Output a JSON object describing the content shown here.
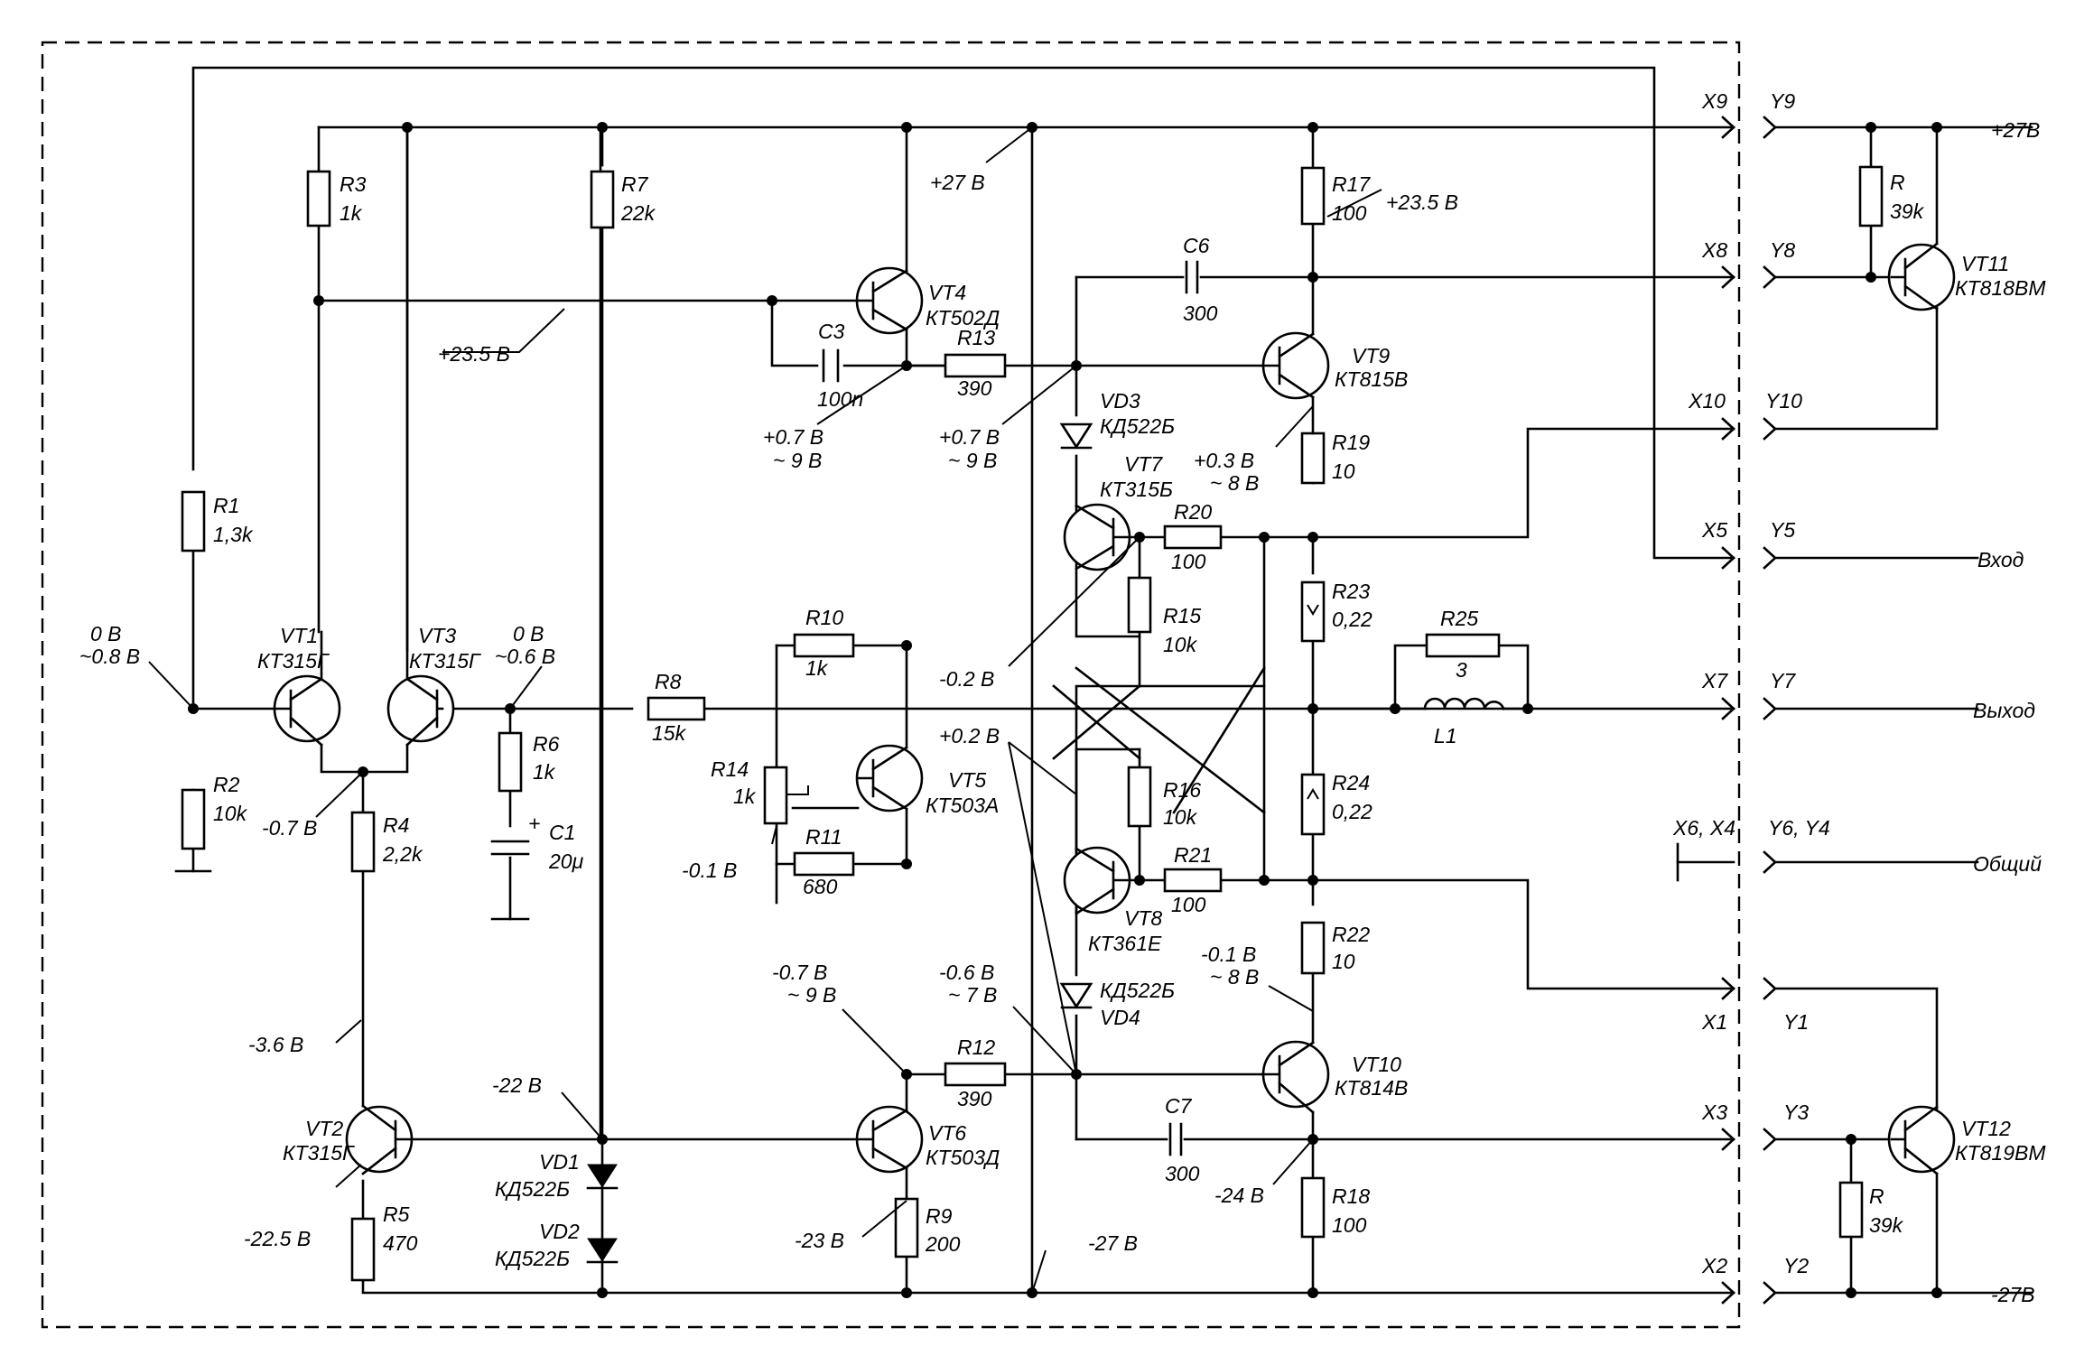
{
  "components": {
    "R1": {
      "ref": "R1",
      "value": "1,3k"
    },
    "R2": {
      "ref": "R2",
      "value": "10k"
    },
    "R3": {
      "ref": "R3",
      "value": "1k"
    },
    "R4": {
      "ref": "R4",
      "value": "2,2k"
    },
    "R5": {
      "ref": "R5",
      "value": "470"
    },
    "R6": {
      "ref": "R6",
      "value": "1k"
    },
    "R7": {
      "ref": "R7",
      "value": "22k"
    },
    "R8": {
      "ref": "R8",
      "value": "15k"
    },
    "R9": {
      "ref": "R9",
      "value": "200"
    },
    "R10": {
      "ref": "R10",
      "value": "1k"
    },
    "R11": {
      "ref": "R11",
      "value": "680"
    },
    "R12": {
      "ref": "R12",
      "value": "390"
    },
    "R13": {
      "ref": "R13",
      "value": "390"
    },
    "R14": {
      "ref": "R14",
      "value": "1k"
    },
    "R15": {
      "ref": "R15",
      "value": "10k"
    },
    "R16": {
      "ref": "R16",
      "value": "10k"
    },
    "R17": {
      "ref": "R17",
      "value": "100"
    },
    "R18": {
      "ref": "R18",
      "value": "100"
    },
    "R19": {
      "ref": "R19",
      "value": "10"
    },
    "R20": {
      "ref": "R20",
      "value": "100"
    },
    "R21": {
      "ref": "R21",
      "value": "100"
    },
    "R22": {
      "ref": "R22",
      "value": "10"
    },
    "R23": {
      "ref": "R23",
      "value": "0,22"
    },
    "R24": {
      "ref": "R24",
      "value": "0,22"
    },
    "R25": {
      "ref": "R25",
      "value": "3"
    },
    "RY1": {
      "ref": "R",
      "value": "39k"
    },
    "RY2": {
      "ref": "R",
      "value": "39k"
    },
    "C1": {
      "ref": "C1",
      "value": "20μ"
    },
    "C3": {
      "ref": "C3",
      "value": "100n"
    },
    "C6": {
      "ref": "C6",
      "value": "300"
    },
    "C7": {
      "ref": "C7",
      "value": "300"
    },
    "L1": {
      "ref": "L1"
    },
    "VD1": {
      "ref": "VD1",
      "type": "КД522Б"
    },
    "VD2": {
      "ref": "VD2",
      "type": "КД522Б"
    },
    "VD3": {
      "ref": "VD3",
      "type": "КД522Б"
    },
    "VD4": {
      "ref": "VD4",
      "type": "КД522Б"
    },
    "VT1": {
      "ref": "VT1",
      "type": "КТ315Г"
    },
    "VT2": {
      "ref": "VT2",
      "type": "КТ315Г"
    },
    "VT3": {
      "ref": "VT3",
      "type": "КТ315Г"
    },
    "VT4": {
      "ref": "VT4",
      "type": "КТ502Д"
    },
    "VT5": {
      "ref": "VT5",
      "type": "КТ503А"
    },
    "VT6": {
      "ref": "VT6",
      "type": "КТ503Д"
    },
    "VT7": {
      "ref": "VT7",
      "type": "КТ315Б"
    },
    "VT8": {
      "ref": "VT8",
      "type": "КТ361Е"
    },
    "VT9": {
      "ref": "VT9",
      "type": "КТ815В"
    },
    "VT10": {
      "ref": "VT10",
      "type": "КТ814В"
    },
    "VT11": {
      "ref": "VT11",
      "type": "КТ818ВМ"
    },
    "VT12": {
      "ref": "VT12",
      "type": "КТ819ВМ"
    }
  },
  "voltages": {
    "in_dc": "0 В",
    "in_ac": "~0.8 В",
    "fb_dc": "0 В",
    "fb_ac": "~0.6 В",
    "vt1_e": "-0.7 В",
    "vt2_c": "-3.6 В",
    "vt2_e": "-22.5 В",
    "vt4_b": "+23.5 В",
    "vt4_c_dc": "+0.7 В",
    "vt4_c_ac": "~ 9 В",
    "vt9_b_dc": "+0.7 В",
    "vt9_b_ac": "~ 9 В",
    "supply_pos": "+27 В",
    "vt9_c": "+23.5 В",
    "vt9_e_dc": "+0.3 В",
    "vt9_e_ac": "~ 8 В",
    "vt7_e": "-0.2 В",
    "vt8_e": "+0.2 В",
    "vt5_b": "-0.1 В",
    "vt6_c_dc": "-0.7 В",
    "vt6_c_ac": "~ 9 В",
    "vt10_b_dc": "-0.6 В",
    "vt10_b_ac": "~ 7 В",
    "vt10_e_dc": "-0.1 В",
    "vt10_e_ac": "~ 8 В",
    "vd_anode": "-22 В",
    "vt6_e": "-23 В",
    "supply_neg": "-27 В",
    "vt10_c": "-24 В"
  },
  "connectors_x": {
    "x9": "X9",
    "x8": "X8",
    "x10": "X10",
    "x5": "X5",
    "x7": "X7",
    "x6x4": "X6, X4",
    "x1": "X1",
    "x3": "X3",
    "x2": "X2"
  },
  "connectors_y": {
    "y9": "Y9",
    "y8": "Y8",
    "y10": "Y10",
    "y5": "Y5",
    "y7": "Y7",
    "y6y4": "Y6, Y4",
    "y1": "Y1",
    "y3": "Y3",
    "y2": "Y2"
  },
  "externals": {
    "pos": "+27В",
    "input": "Вход",
    "output": "Выход",
    "common": "Общий",
    "neg": "-27В"
  }
}
